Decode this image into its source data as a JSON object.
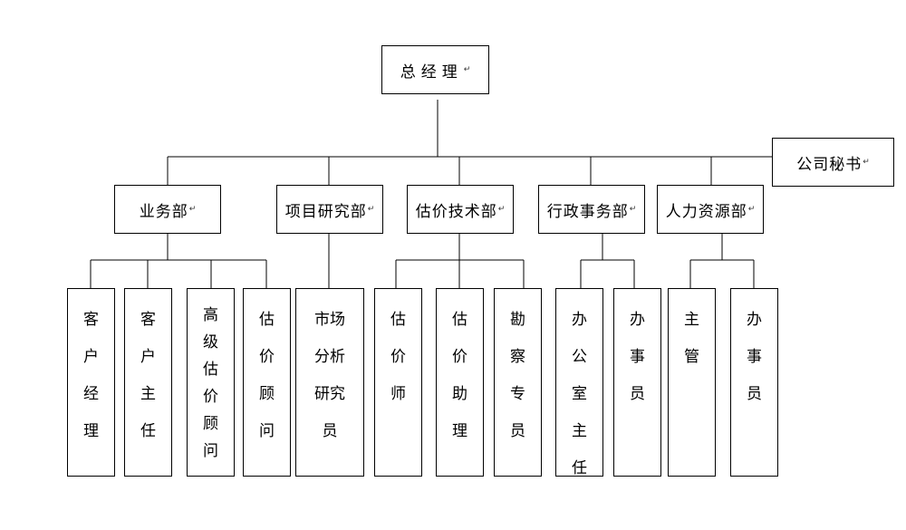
{
  "ceo": "总经理",
  "secretary": "公司秘书",
  "departments": [
    {
      "name": "业务部",
      "roles": [
        "客户经理",
        "客户主任",
        "高级估价顾问",
        "估价顾问"
      ]
    },
    {
      "name": "项目研究部",
      "roles": [
        "市场分析研究员"
      ]
    },
    {
      "name": "估价技术部",
      "roles": [
        "估价师",
        "估价助理",
        "勘察专员"
      ]
    },
    {
      "name": "行政事务部",
      "roles": [
        "办公室主任",
        "办事员"
      ]
    },
    {
      "name": "人力资源部",
      "roles": [
        "主管",
        "办事员"
      ]
    }
  ],
  "paragraph_mark": "↵"
}
